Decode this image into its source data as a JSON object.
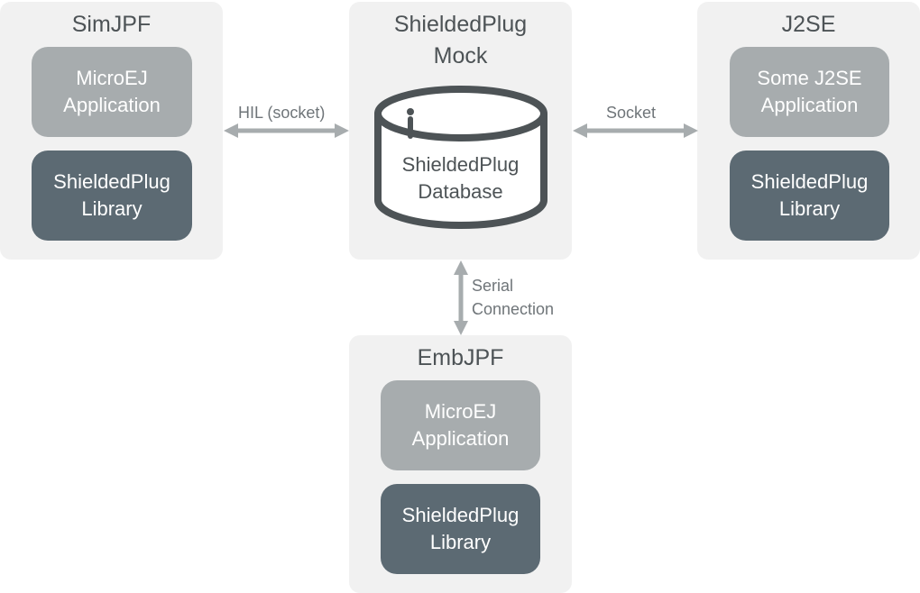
{
  "colors": {
    "panel_bg": "#f1f1f1",
    "app_block": "#a7acae",
    "library_block": "#5c6a73",
    "arrow": "#a7acae",
    "database_stroke": "#4d5356",
    "title_text": "#4d5356"
  },
  "nodes": {
    "simjpf": {
      "title": "SimJPF",
      "app": {
        "line1": "MicroEJ",
        "line2": "Application"
      },
      "library": {
        "line1": "ShieldedPlug",
        "line2": "Library"
      }
    },
    "mock": {
      "title_line1": "ShieldedPlug",
      "title_line2": "Mock",
      "database": {
        "line1": "ShieldedPlug",
        "line2": "Database",
        "icon": "database-cylinder-icon"
      }
    },
    "j2se": {
      "title": "J2SE",
      "app": {
        "line1": "Some J2SE",
        "line2": "Application"
      },
      "library": {
        "line1": "ShieldedPlug",
        "line2": "Library"
      }
    },
    "embjpf": {
      "title": "EmbJPF",
      "app": {
        "line1": "MicroEJ",
        "line2": "Application"
      },
      "library": {
        "line1": "ShieldedPlug",
        "line2": "Library"
      }
    }
  },
  "edges": {
    "hil": {
      "label": "HIL (socket)",
      "from": "SimJPF",
      "to": "ShieldedPlug Mock",
      "direction": "bidirectional"
    },
    "socket": {
      "label": "Socket",
      "from": "ShieldedPlug Mock",
      "to": "J2SE",
      "direction": "bidirectional"
    },
    "serial": {
      "label_line1": "Serial",
      "label_line2": "Connection",
      "from": "ShieldedPlug Mock",
      "to": "EmbJPF",
      "direction": "bidirectional"
    }
  }
}
